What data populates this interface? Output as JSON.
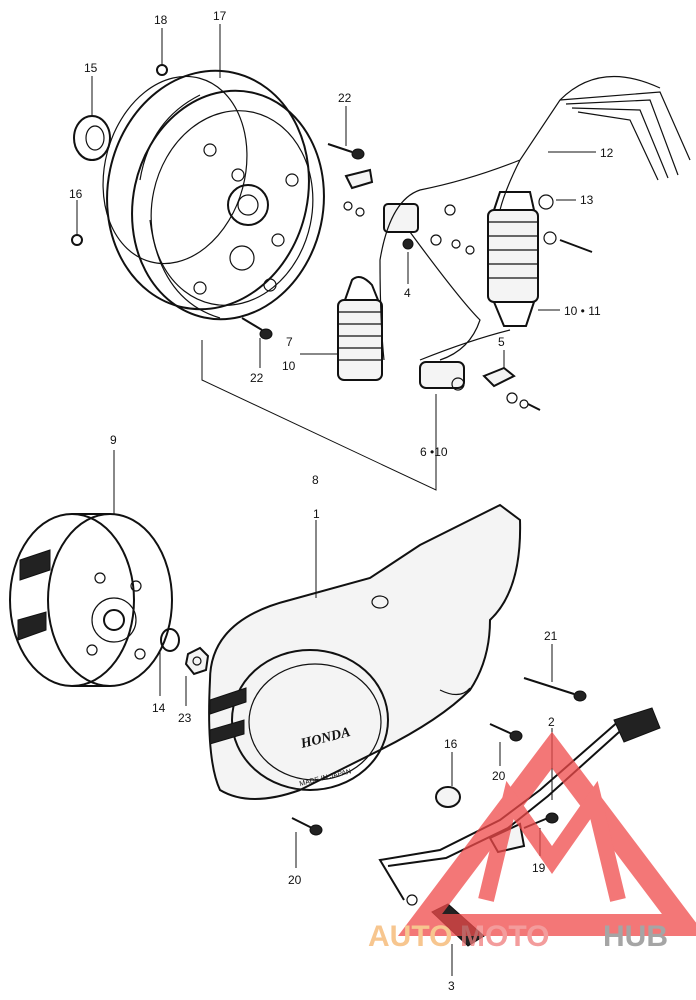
{
  "diagram": {
    "labels": [
      {
        "id": "l18",
        "text": "18"
      },
      {
        "id": "l17",
        "text": "17"
      },
      {
        "id": "l15",
        "text": "15"
      },
      {
        "id": "l16a",
        "text": "16"
      },
      {
        "id": "l22a",
        "text": "22"
      },
      {
        "id": "l12",
        "text": "12"
      },
      {
        "id": "l13",
        "text": "13"
      },
      {
        "id": "l4",
        "text": "4"
      },
      {
        "id": "l1011",
        "text": "10 • 11"
      },
      {
        "id": "l7",
        "text": "7"
      },
      {
        "id": "l10",
        "text": "10"
      },
      {
        "id": "l22b",
        "text": "22"
      },
      {
        "id": "l5",
        "text": "5"
      },
      {
        "id": "l610",
        "text": "6 •10"
      },
      {
        "id": "l8",
        "text": "8"
      },
      {
        "id": "l9",
        "text": "9"
      },
      {
        "id": "l1",
        "text": "1"
      },
      {
        "id": "l21",
        "text": "21"
      },
      {
        "id": "l14",
        "text": "14"
      },
      {
        "id": "l23",
        "text": "23"
      },
      {
        "id": "l2",
        "text": "2"
      },
      {
        "id": "l16b",
        "text": "16"
      },
      {
        "id": "l20a",
        "text": "20"
      },
      {
        "id": "l20b",
        "text": "20"
      },
      {
        "id": "l19",
        "text": "19"
      },
      {
        "id": "l3",
        "text": "3"
      }
    ],
    "cover_stamp": "HONDA",
    "cover_small_text": "MADE IN JAPAN"
  },
  "watermark": {
    "part1": "AUTO",
    "part2": "MOTO",
    "part3": "HUB",
    "colors": {
      "auto": "#f5b36a",
      "moto": "#f07c7c",
      "hub": "#888888",
      "triangle": "#ef4a4a"
    }
  }
}
